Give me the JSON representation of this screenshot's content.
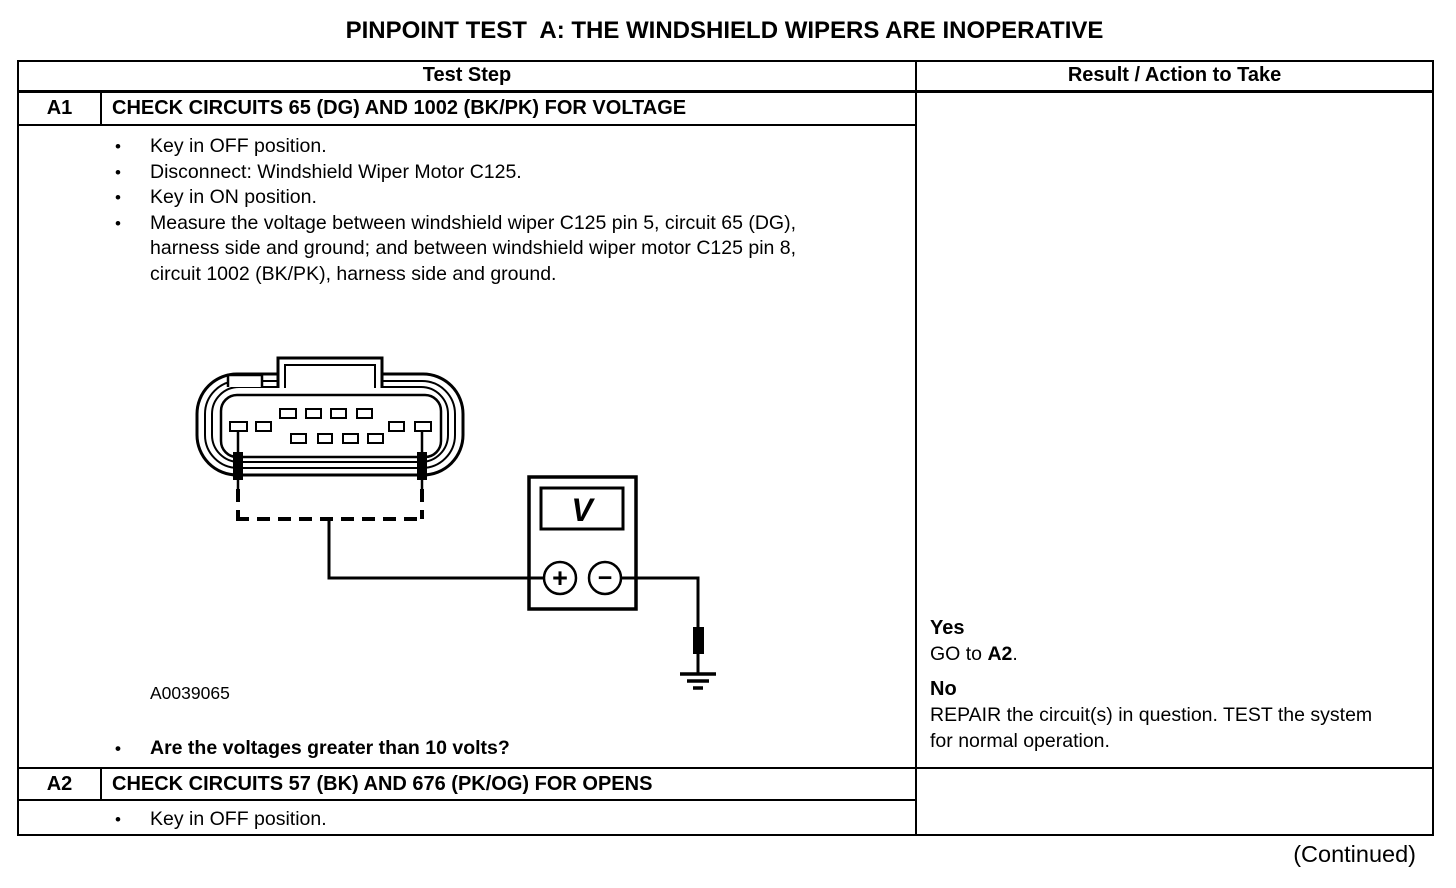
{
  "title": "PINPOINT TEST  A: THE WINDSHIELD WIPERS ARE INOPERATIVE",
  "table": {
    "headers": {
      "test_step": "Test Step",
      "result": "Result / Action to Take"
    },
    "steps": [
      {
        "id": "A1",
        "name": "CHECK CIRCUITS 65 (DG) AND 1002 (BK/PK) FOR VOLTAGE",
        "bullets": [
          "Key in OFF position.",
          "Disconnect: Windshield Wiper Motor C125.",
          "Key in ON position.",
          "Measure the voltage between windshield wiper C125 pin 5, circuit 65 (DG), harness side and ground; and between windshield wiper motor C125 pin 8, circuit 1002 (BK/PK), harness side and ground."
        ],
        "figure_label": "A0039065",
        "question": "Are the voltages greater than 10 volts?",
        "result": {
          "yes_label": "Yes",
          "yes_action_prefix": "GO to ",
          "yes_action_bold": "A2",
          "yes_action_suffix": ".",
          "no_label": "No",
          "no_action": "REPAIR the circuit(s) in question. TEST the system for normal operation."
        }
      },
      {
        "id": "A2",
        "name": "CHECK CIRCUITS 57 (BK) AND 676 (PK/OG) FOR OPENS",
        "bullets": [
          "Key in OFF position."
        ]
      }
    ]
  },
  "diagram": {
    "meter_display_label": "V",
    "plus_terminal": "+",
    "minus_terminal": "−"
  },
  "footer": {
    "continued": "(Continued)"
  }
}
